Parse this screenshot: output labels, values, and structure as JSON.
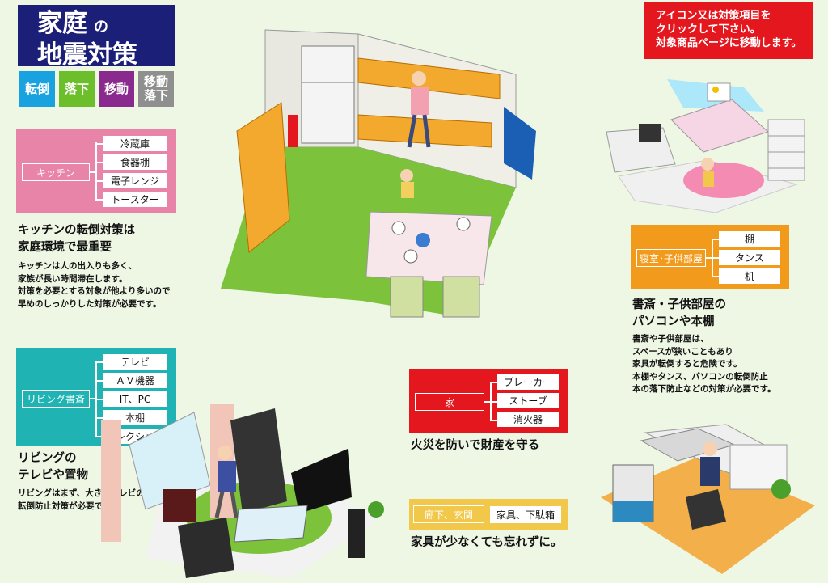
{
  "title": {
    "line1": "家庭",
    "no": "の",
    "line2": "地震対策"
  },
  "tabs": [
    {
      "label": "転倒",
      "color": "#19a2e0"
    },
    {
      "label": "落下",
      "color": "#6cbf2a"
    },
    {
      "label": "移動",
      "color": "#8a2a8e"
    },
    {
      "label": "移動\n落下",
      "color": "#8f8f8f"
    }
  ],
  "notice": {
    "line1": "アイコン又は対策項目を",
    "line2": "クリックして下さい。",
    "line3": "対象商品ページに移動します。"
  },
  "kitchen": {
    "category": "キッチン",
    "color": "#e784a8",
    "items": [
      "冷蔵庫",
      "食器棚",
      "電子レンジ",
      "トースター"
    ],
    "heading1": "キッチンの転倒対策は",
    "heading2": "家庭環境で最重要",
    "desc1": "キッチンは人の出入りも多く、",
    "desc2": "家族が長い時間滞在します。",
    "desc3": "対策を必要とする対象が他より多いので",
    "desc4": "早めのしっかりした対策が必要です。"
  },
  "living": {
    "category": "リビング書斎",
    "color": "#1fb3b3",
    "items": [
      "テレビ",
      "ＡＶ機器",
      "IT、PC",
      "本棚",
      "コレクション"
    ],
    "heading1": "リビングの",
    "heading2": "テレビや置物",
    "desc1": "リビングはまず、大きなテレビの",
    "desc2": "転倒防止対策が必要です。"
  },
  "bedroom": {
    "category": "寝室･子供部屋",
    "color": "#f29a1c",
    "items": [
      "棚",
      "タンス",
      "机"
    ],
    "heading1": "書斎・子供部屋の",
    "heading2": "パソコンや本棚",
    "desc1": "書斎や子供部屋は、",
    "desc2": "スペースが狭いこともあり",
    "desc3": "家具が転倒すると危険です。",
    "desc4": "本棚やタンス、パソコンの転倒防止",
    "desc5": "本の落下防止などの対策が必要です。"
  },
  "home": {
    "category": "家",
    "color": "#e5171e",
    "items": [
      "ブレーカー",
      "ストーブ",
      "消火器"
    ],
    "heading": "火災を防いで財産を守る"
  },
  "misc": {
    "left": "廊下、玄関",
    "right": "家具、下駄箱",
    "color": "#f2c84b",
    "heading": "家具が少なくても忘れずに。"
  }
}
